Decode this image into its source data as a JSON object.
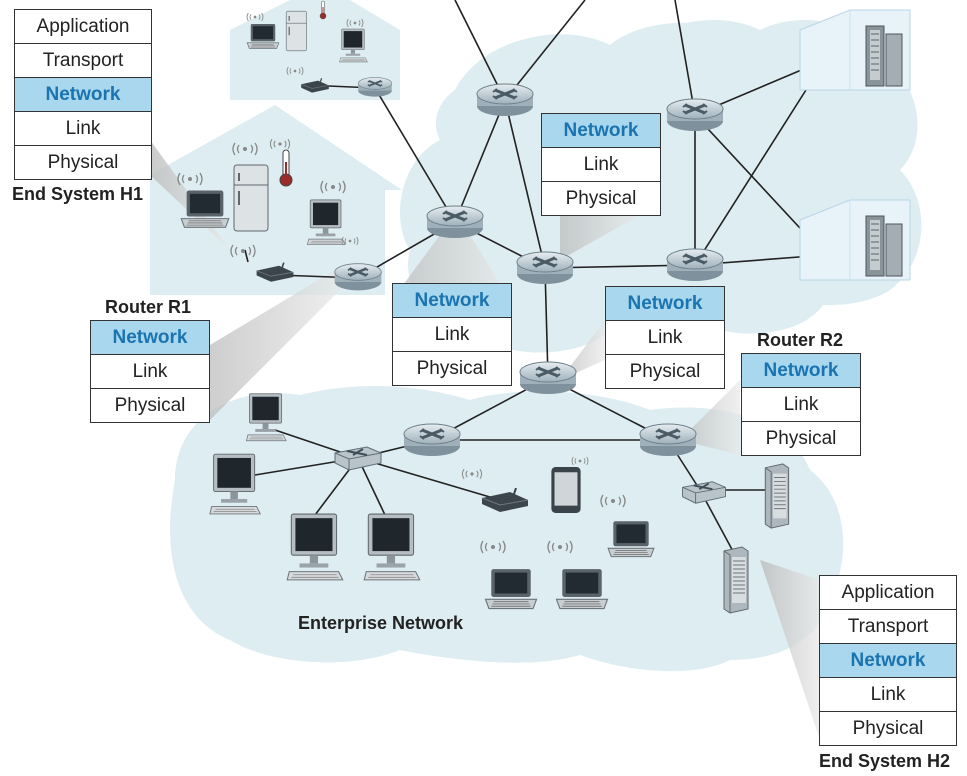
{
  "layers": {
    "application": "Application",
    "transport": "Transport",
    "network": "Network",
    "link": "Link",
    "physical": "Physical"
  },
  "labels": {
    "end_system_h1": "End System H1",
    "end_system_h2": "End System H2",
    "router_r1": "Router R1",
    "router_r2": "Router R2",
    "enterprise_network": "Enterprise Network"
  },
  "colors": {
    "cloud": "#ddedf1",
    "network_highlight": "#a9d8ee",
    "network_text": "#1b74b0",
    "router": "#b9c6cf",
    "callout": "#c8c8c8"
  }
}
